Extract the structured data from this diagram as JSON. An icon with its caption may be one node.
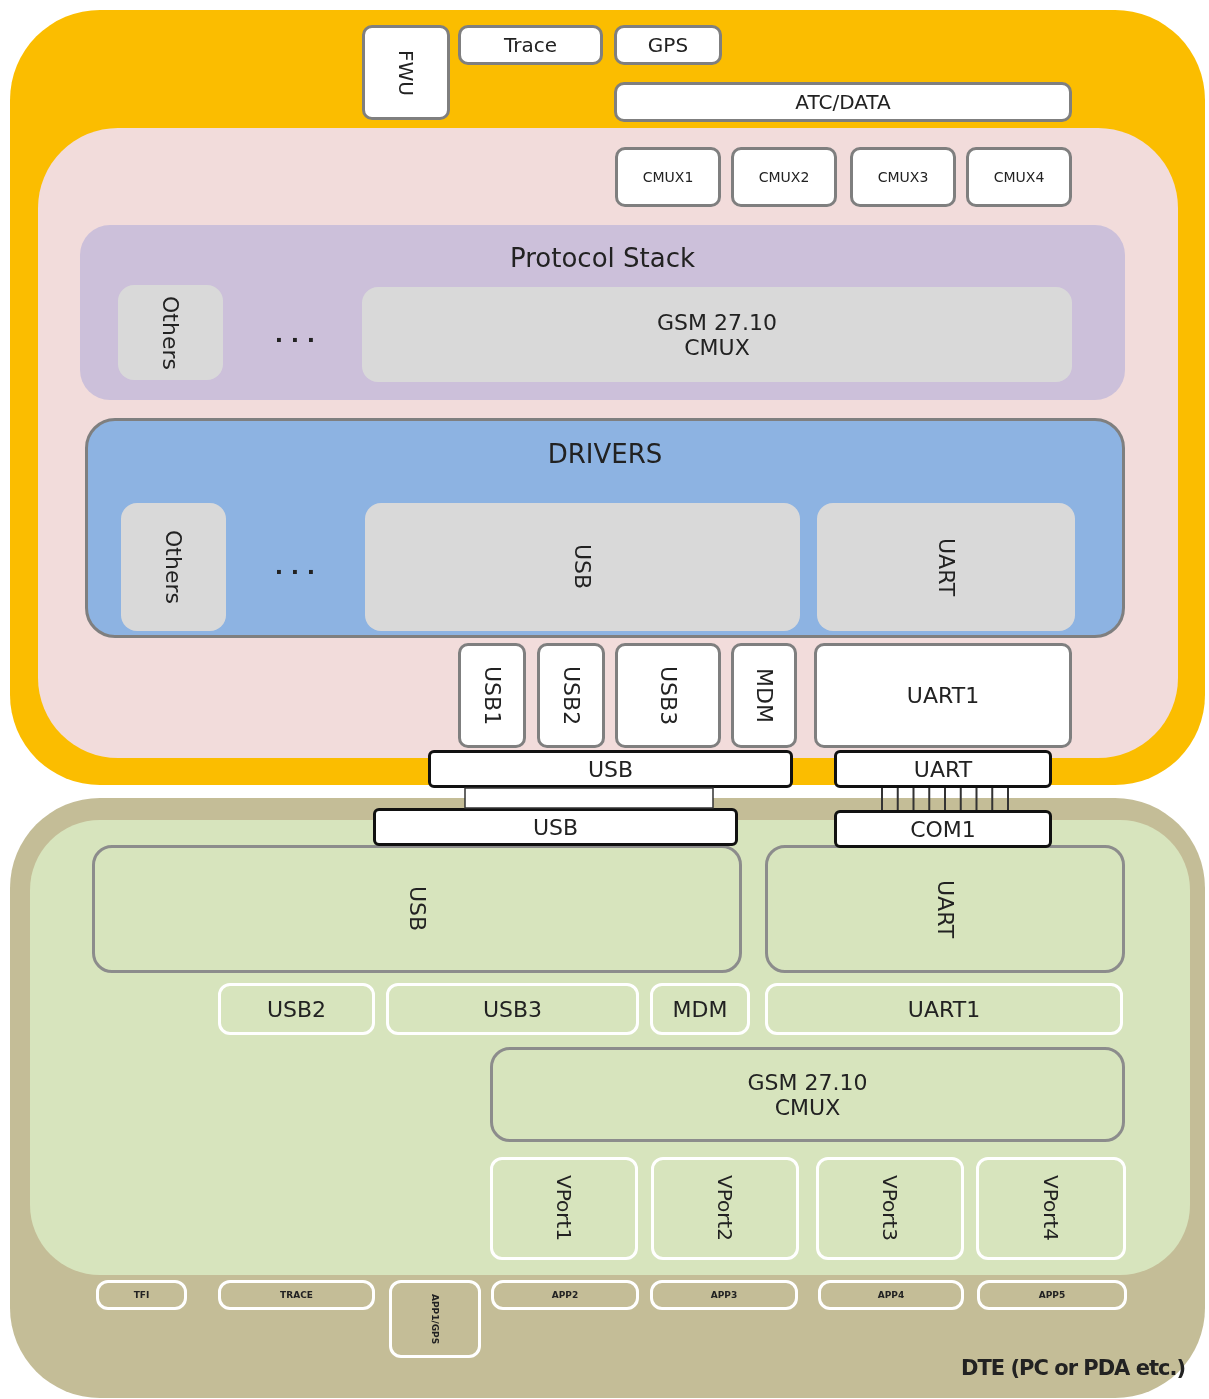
{
  "diagram": {
    "nodes": [
      {
        "text": [],
        "shape": "box"
      },
      {
        "text": [
          "FWU"
        ],
        "in": 0
      },
      {
        "text": [
          "Trace"
        ],
        "in": 0
      },
      {
        "text": [
          "GPS"
        ],
        "in": 0
      },
      {
        "text": [
          "ATC/DATA"
        ],
        "in": 0
      },
      {
        "text": [],
        "shape": "box",
        "in": 0
      },
      {
        "text": [
          "CMUX1"
        ],
        "in": 5
      },
      {
        "text": [
          "CMUX2"
        ],
        "in": 5
      },
      {
        "text": [
          "CMUX3"
        ],
        "in": 5
      },
      {
        "text": [
          "CMUX4"
        ],
        "in": 5
      },
      {
        "text": [
          "Protocol Stack"
        ],
        "in": 5
      },
      {
        "text": [
          "Others"
        ],
        "in": 10
      },
      {
        "text": [
          "GSM 27.10 CMUX"
        ],
        "in": 10
      },
      {
        "text": [
          "DRIVERS"
        ],
        "in": 5
      },
      {
        "text": [
          "Others"
        ],
        "in": 13
      },
      {
        "text": [
          "USB"
        ],
        "in": 13
      },
      {
        "text": [
          "UART"
        ],
        "in": 13
      },
      {
        "text": [
          "USB1"
        ],
        "in": 5
      },
      {
        "text": [
          "USB2"
        ],
        "in": 5
      },
      {
        "text": [
          "USB3"
        ],
        "in": 5
      },
      {
        "text": [
          "MDM"
        ],
        "in": 5
      },
      {
        "text": [
          "UART1"
        ],
        "in": 5
      },
      {
        "text": [
          "USB"
        ],
        "in": 0
      },
      {
        "text": [
          "UART"
        ],
        "in": 0
      },
      {
        "text": [
          "DTE (PC or PDA etc.)"
        ]
      },
      {
        "text": [],
        "shape": "box",
        "in": 24
      },
      {
        "text": [
          "USB"
        ],
        "in": 24
      },
      {
        "text": [
          "COM1"
        ],
        "in": 24
      },
      {
        "text": [
          "USB"
        ],
        "in": 25
      },
      {
        "text": [
          "UART"
        ],
        "in": 25
      },
      {
        "text": [
          "USB2"
        ],
        "in": 25
      },
      {
        "text": [
          "USB3"
        ],
        "in": 25
      },
      {
        "text": [
          "MDM"
        ],
        "in": 25
      },
      {
        "text": [
          "UART1"
        ],
        "in": 25
      },
      {
        "text": [
          "GSM 27.10 CMUX"
        ],
        "in": 25
      },
      {
        "text": [
          "VPort1"
        ],
        "in": 25
      },
      {
        "text": [
          "VPort2"
        ],
        "in": 25
      },
      {
        "text": [
          "VPort3"
        ],
        "in": 25
      },
      {
        "text": [
          "VPort4"
        ],
        "in": 25
      },
      {
        "text": [
          "TFI"
        ],
        "in": 24
      },
      {
        "text": [
          "TRACE"
        ],
        "in": 24
      },
      {
        "text": [
          "APP1/GPS"
        ],
        "in": 24
      },
      {
        "text": [
          "APP2"
        ],
        "in": 24
      },
      {
        "text": [
          "APP3"
        ],
        "in": 24
      },
      {
        "text": [
          "APP4"
        ],
        "in": 24
      },
      {
        "text": [
          "APP5"
        ],
        "in": 24
      }
    ],
    "edges": [
      {
        "from": 22,
        "to": 26,
        "arrow": "none",
        "style": "thick"
      },
      {
        "from": 23,
        "to": 27,
        "arrow": "none"
      }
    ],
    "labels": [
      ". . .",
      ". . ."
    ]
  }
}
